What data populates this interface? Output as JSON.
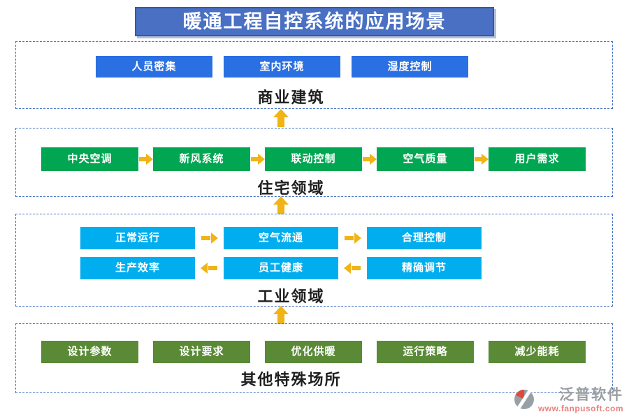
{
  "title": "暖通工程自控系统的应用场景",
  "colors": {
    "title_fill": "#4A70C4",
    "title_border": "#39589F",
    "dashed_border": "#4472C4",
    "arrow": "#F0B417",
    "commercial_node": "#2A70E2",
    "residential_node": "#00A651",
    "industrial_node": "#00AEEF",
    "special_node": "#5A8A36"
  },
  "sections": [
    {
      "id": "commercial",
      "label": "商业建筑",
      "node_color": "#2A70E2",
      "rows": [
        {
          "flow": "none",
          "items": [
            "人员密集",
            "室内环境",
            "湿度控制"
          ]
        }
      ]
    },
    {
      "id": "residential",
      "label": "住宅领域",
      "node_color": "#00A651",
      "rows": [
        {
          "flow": "right",
          "items": [
            "中央空调",
            "新风系统",
            "联动控制",
            "空气质量",
            "用户需求"
          ]
        }
      ]
    },
    {
      "id": "industrial",
      "label": "工业领域",
      "node_color": "#00AEEF",
      "rows": [
        {
          "flow": "right",
          "items": [
            "正常运行",
            "空气流通",
            "合理控制"
          ]
        },
        {
          "flow": "left",
          "items": [
            "生产效率",
            "员工健康",
            "精确调节"
          ]
        }
      ]
    },
    {
      "id": "special",
      "label": "其他特殊场所",
      "node_color": "#5A8A36",
      "rows": [
        {
          "flow": "none",
          "items": [
            "设计参数",
            "设计要求",
            "优化供暖",
            "运行策略",
            "减少能耗"
          ]
        }
      ]
    }
  ],
  "logo": {
    "company": "泛普软件",
    "website": "www.fanpusoft.com"
  }
}
